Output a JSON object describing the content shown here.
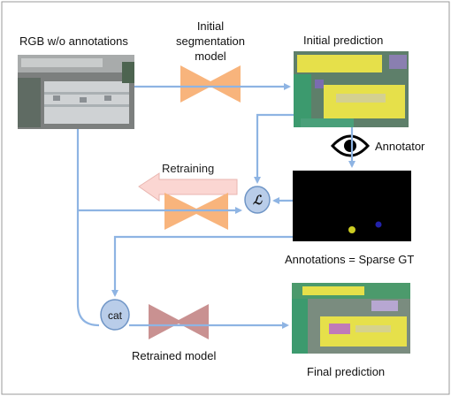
{
  "labels": {
    "rgb_input": "RGB w/o annotations",
    "initial_model_line1": "Initial",
    "initial_model_line2": "segmentation",
    "initial_model_line3": "model",
    "initial_prediction": "Initial prediction",
    "annotator": "Annotator",
    "retraining": "Retraining",
    "loss_symbol": "ℒ",
    "annotations": "Annotations = Sparse GT",
    "cat": "cat",
    "retrained_model": "Retrained model",
    "final_prediction": "Final prediction"
  },
  "colors": {
    "arrow": "#8eb4e3",
    "initial_model": "#f8b47c",
    "retraining_model": "#f8b47c",
    "retrained_model": "#c99191",
    "retraining_arrow": "#fbd6d2",
    "node_fill": "#b9cde9",
    "node_stroke": "#6f95c6",
    "border": "#9a9a9a",
    "annotation_bg": "#000000",
    "dot_yellow": "#cccc22",
    "dot_blue": "#2222aa",
    "building_highlight": "#e6e04a",
    "vegetation": "#3c9a6e",
    "roof": "#cfd2d4"
  },
  "icons": {
    "annotator": "eye-icon"
  }
}
